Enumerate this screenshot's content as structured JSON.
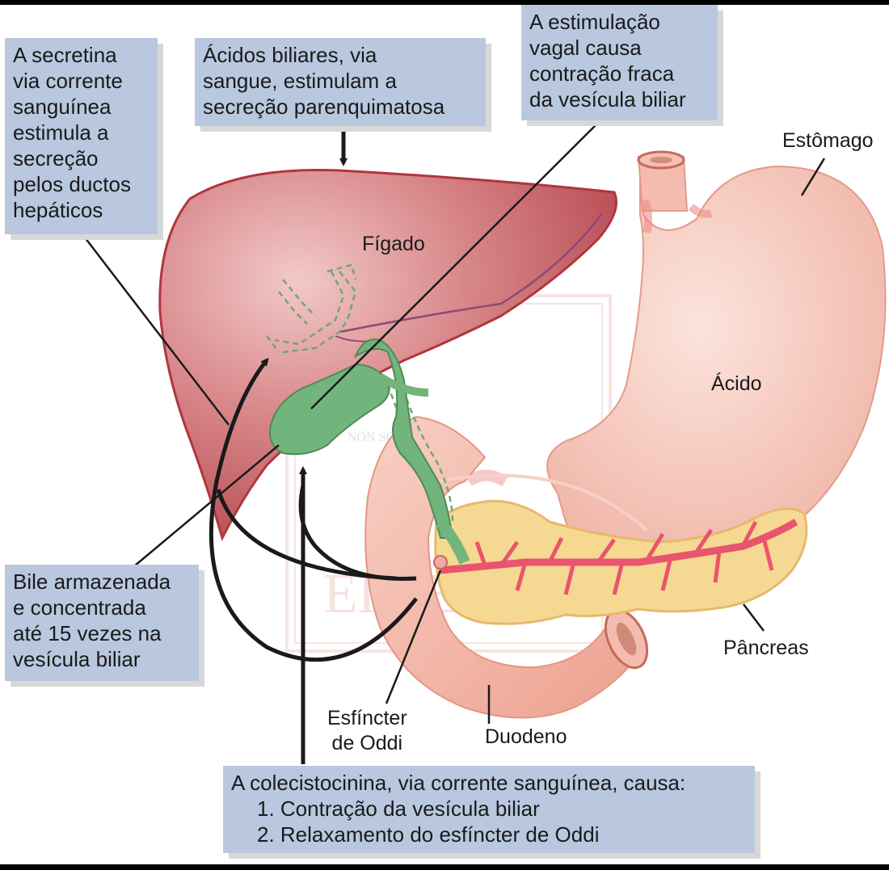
{
  "callouts": {
    "secretina": [
      "A secretina",
      "via corrente",
      "sanguínea",
      "estimula a",
      "secreção",
      "pelos ductos",
      "hepáticos"
    ],
    "acidos": [
      "Ácidos biliares, via",
      "sangue, estimulam a",
      "secreção parenquimatosa"
    ],
    "vagal": [
      "A estimulação",
      "vagal causa",
      "contração fraca",
      "da vesícula biliar"
    ],
    "bile": [
      "Bile armazenada",
      "e concentrada",
      "até 15 vezes na",
      "vesícula biliar"
    ],
    "colecistocinina": [
      "A colecistocinina, via corrente sanguínea, causa:",
      "1. Contração da vesícula biliar",
      "2. Relaxamento do esfíncter de Oddi"
    ]
  },
  "labels": {
    "figado": "Fígado",
    "estomago": "Estômago",
    "acido": "Ácido",
    "pancreas": "Pâncreas",
    "duodeno": "Duodeno",
    "esfincter": [
      "Esfíncter",
      "de Oddi"
    ]
  },
  "watermark": [
    "NON SOLUS",
    "ELSEVIER"
  ],
  "colors": {
    "callout_fill": "#b9c8df",
    "liver": "#c4575d",
    "stomach": "#f6c4b8",
    "gallbladder": "#6fb37a",
    "pancreas": "#f4d79a",
    "arrows": "#1a1a1a"
  }
}
